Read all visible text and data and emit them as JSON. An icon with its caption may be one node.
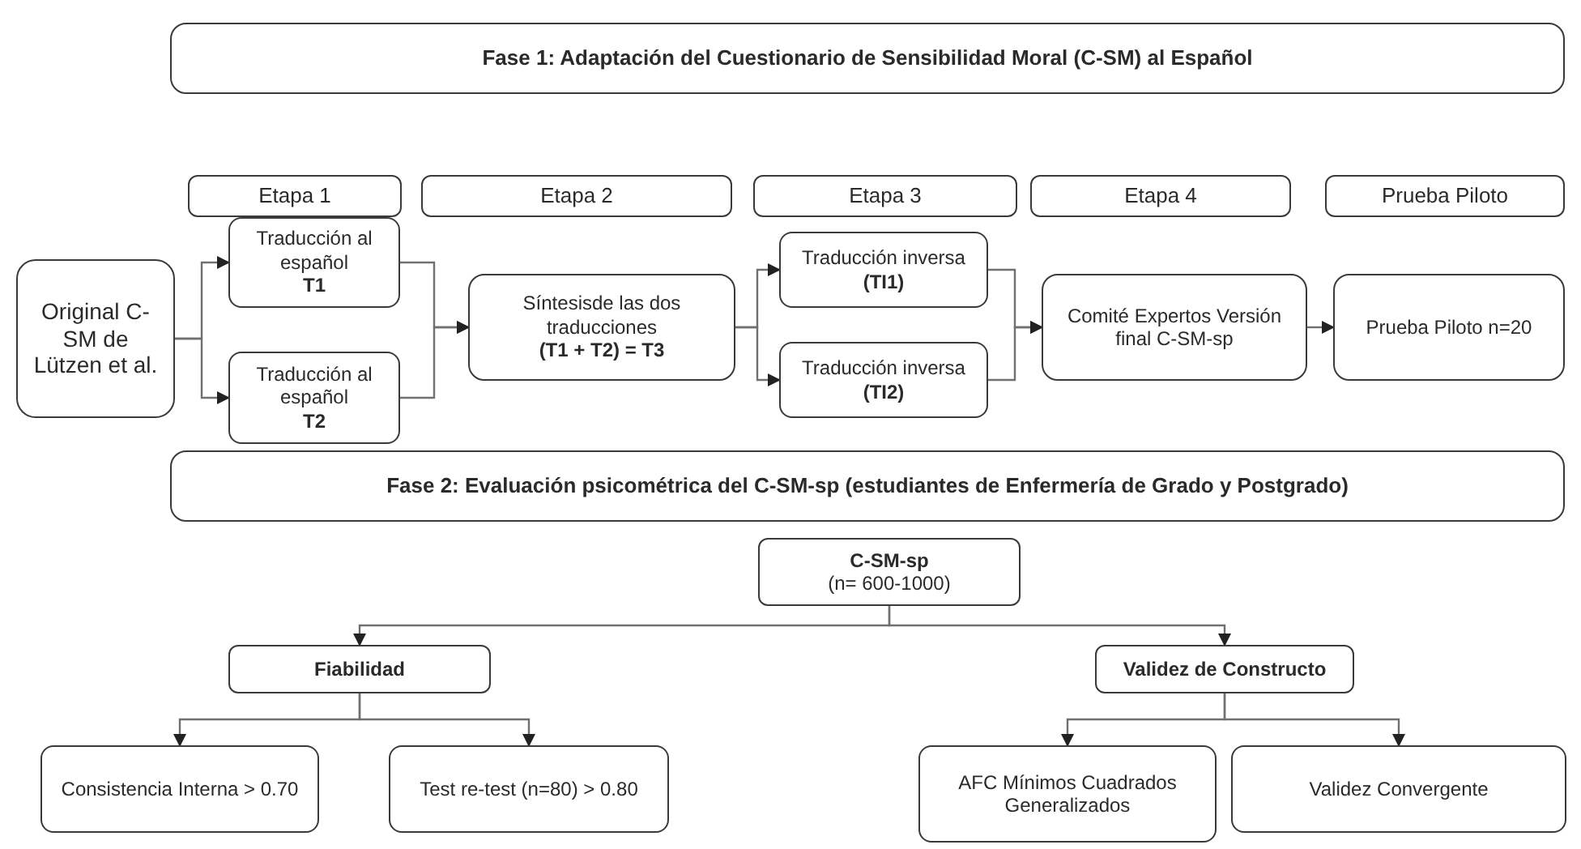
{
  "diagram": {
    "nodes": [
      {
        "text": [
          "Fase 1: Adaptación del Cuestionario de Sensibilidad Moral (C-SM) al Español"
        ]
      },
      {
        "text": [
          "Etapa 1"
        ]
      },
      {
        "text": [
          "Etapa 2"
        ]
      },
      {
        "text": [
          "Etapa 3"
        ]
      },
      {
        "text": [
          "Etapa 4"
        ]
      },
      {
        "text": [
          "Prueba Piloto"
        ]
      },
      {
        "text": [
          "Original C-SM de Lützen et al."
        ]
      },
      {
        "text": [
          "Traducción al español",
          "T1"
        ]
      },
      {
        "text": [
          "Traducción al español",
          "T2"
        ]
      },
      {
        "text": [
          "Síntesisde las dos traducciones",
          "(T1 + T2) = T3"
        ]
      },
      {
        "text": [
          "Traducción inversa **(TI1)**"
        ]
      },
      {
        "text": [
          "Traducción inversa **(TI2)**"
        ]
      },
      {
        "text": [
          "Comité Expertos Versión final C-SM-sp"
        ]
      },
      {
        "text": [
          "Prueba Piloto n=20"
        ]
      },
      {
        "text": [
          "Fase 2: Evaluación psicométrica del C-SM-sp (estudiantes de Enfermería de Grado y Postgrado)"
        ]
      },
      {
        "text": [
          "C-SM-sp",
          "(n= 600-1000)"
        ]
      },
      {
        "text": [
          "Fiabilidad"
        ]
      },
      {
        "text": [
          "Validez de Constructo"
        ]
      },
      {
        "text": [
          "Consistencia Interna > 0.70"
        ]
      },
      {
        "text": [
          "Test re-test (n=80) > 0.80"
        ]
      },
      {
        "text": [
          "AFC Mínimos Cuadrados Generalizados"
        ]
      },
      {
        "text": [
          "Validez Convergente"
        ]
      }
    ],
    "edges": [
      {
        "from": 6,
        "to": 7,
        "arrow": "to"
      },
      {
        "from": 6,
        "to": 8,
        "arrow": "to"
      },
      {
        "from": 7,
        "to": 9,
        "arrow": "to"
      },
      {
        "from": 8,
        "to": 9,
        "arrow": "to"
      },
      {
        "from": 9,
        "to": 10,
        "arrow": "to"
      },
      {
        "from": 9,
        "to": 11,
        "arrow": "to"
      },
      {
        "from": 10,
        "to": 12,
        "arrow": "to"
      },
      {
        "from": 11,
        "to": 12,
        "arrow": "to"
      },
      {
        "from": 12,
        "to": 13,
        "arrow": "to"
      },
      {
        "from": 15,
        "to": 16,
        "arrow": "to"
      },
      {
        "from": 15,
        "to": 17,
        "arrow": "to"
      },
      {
        "from": 16,
        "to": 18,
        "arrow": "to"
      },
      {
        "from": 16,
        "to": 19,
        "arrow": "to"
      },
      {
        "from": 17,
        "to": 20,
        "arrow": "to"
      },
      {
        "from": 17,
        "to": 21,
        "arrow": "to"
      }
    ]
  }
}
